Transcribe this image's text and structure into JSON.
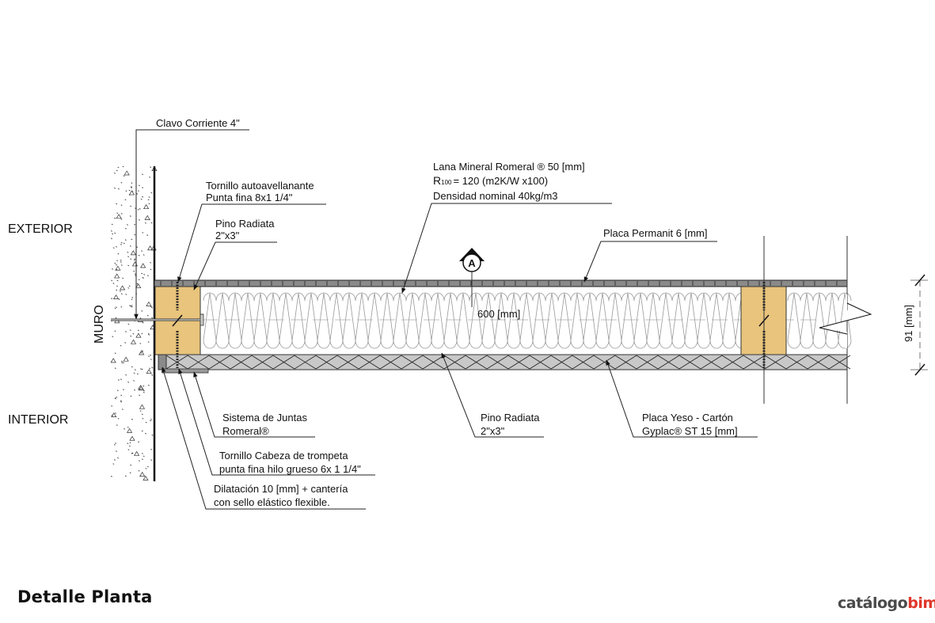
{
  "title": "Detalle Planta",
  "brand": {
    "part1": "catálogo",
    "part2": "bim",
    "color_dark": "#4a4a4a",
    "color_accent": "#e0372b"
  },
  "zones": {
    "exterior": "EXTERIOR",
    "interior": "INTERIOR",
    "wall": "MURO"
  },
  "section_marker": "A",
  "dimensions": {
    "spacing": "600 [mm]",
    "thickness": "91 [mm]"
  },
  "labels": {
    "clavo": "Clavo Corriente 4\"",
    "tornillo_auto_1": "Tornillo autoavellanante",
    "tornillo_auto_2": "Punta fina 8x1 1/4\"",
    "pino_top_1": "Pino Radiata",
    "pino_top_2": "2\"x3\"",
    "lana_1": "Lana Mineral Romeral   ® 50 [mm]",
    "lana_2_sub": "100",
    "lana_2": "= 120 (m2K/W x100)",
    "lana_3": "Densidad nominal 40kg/m3",
    "permanit": "Placa Permanit 6 [mm]",
    "juntas_1": "Sistema de Juntas",
    "juntas_2": "Romeral®",
    "trompeta_1": "Tornillo  Cabeza de trompeta",
    "trompeta_2": "punta fina hilo grueso 6x 1 1/4\"",
    "dilatacion_1": "Dilatación 10 [mm] + cantería",
    "dilatacion_2": "con sello elástico flexible.",
    "pino_bot_1": "Pino Radiata",
    "pino_bot_2": "2\"x3\"",
    "yeso_1": "Placa Yeso - Cartón",
    "yeso_2": "Gyplac® ST 15 [mm]"
  },
  "colors": {
    "wood": "#e8c47c",
    "board": "#8a8a8a",
    "gypsum": "#c8c8c8",
    "line": "#111111"
  }
}
